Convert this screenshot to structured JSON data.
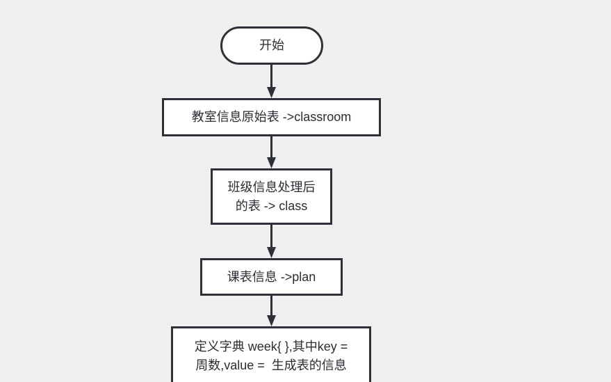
{
  "canvas": {
    "background_color": "#efefef",
    "node_fill_color": "#ffffff",
    "line_color": "#2d3137",
    "text_color": "#2a2d33"
  },
  "flowchart": {
    "nodes": [
      {
        "id": "start",
        "shape": "terminator",
        "label": "开始"
      },
      {
        "id": "classroom-table",
        "shape": "process",
        "label": "教室信息原始表 ->classroom"
      },
      {
        "id": "class-table",
        "shape": "process",
        "label": "班级信息处理后\n的表 -> class"
      },
      {
        "id": "plan-table",
        "shape": "process",
        "label": "课表信息 ->plan"
      },
      {
        "id": "week-dict",
        "shape": "process",
        "label": "定义字典 week{ },其中key =\n周数,value =  生成表的信息"
      }
    ],
    "connectors": [
      {
        "from": "start",
        "to": "classroom-table",
        "direction": "down"
      },
      {
        "from": "classroom-table",
        "to": "class-table",
        "direction": "down"
      },
      {
        "from": "class-table",
        "to": "plan-table",
        "direction": "down"
      },
      {
        "from": "plan-table",
        "to": "week-dict",
        "direction": "down"
      }
    ]
  }
}
